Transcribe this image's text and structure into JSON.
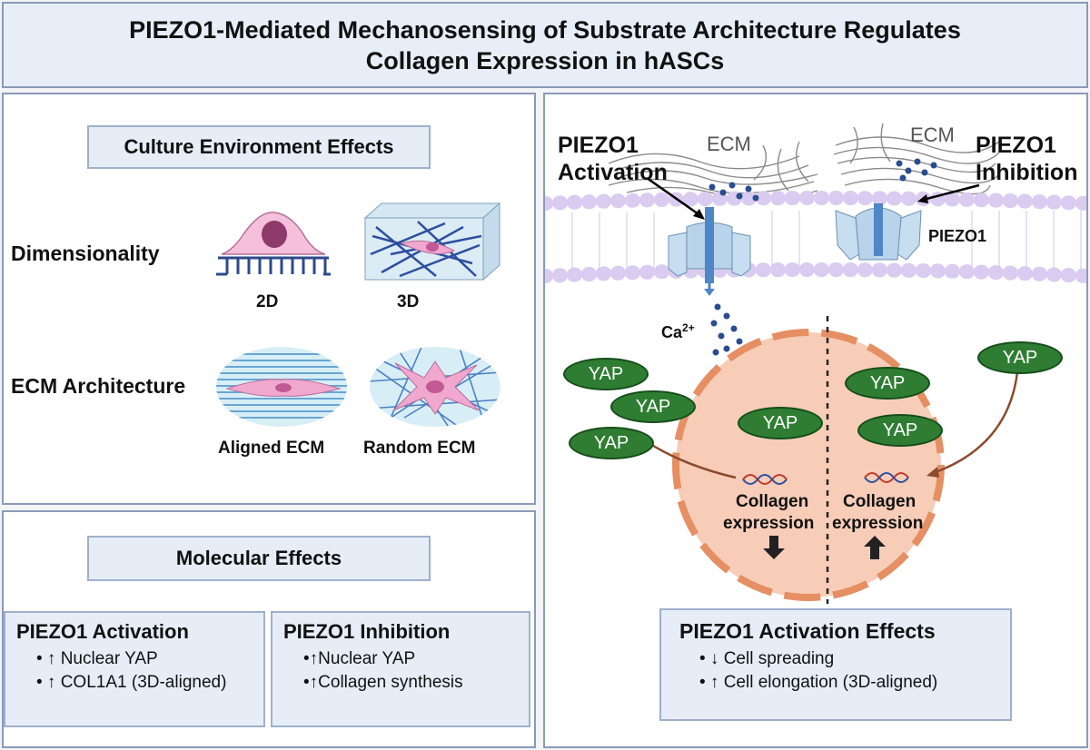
{
  "title": {
    "line1": "PIEZO1-Mediated Mechanosensing of Substrate Architecture Regulates",
    "line2": "Collagen Expression in hASCs"
  },
  "culture": {
    "header": "Culture Environment Effects",
    "dimensionality_label": "Dimensionality",
    "label_2d": "2D",
    "label_3d": "3D",
    "ecm_label": "ECM Architecture",
    "aligned_label": "Aligned ECM",
    "random_label": "Random ECM"
  },
  "molecular": {
    "header": "Molecular Effects",
    "activation": {
      "title": "PIEZO1 Activation",
      "items": [
        "• ↑ Nuclear YAP",
        "• ↑ COL1A1 (3D-aligned)"
      ]
    },
    "inhibition": {
      "title": "PIEZO1 Inhibition",
      "items": [
        "•↑Nuclear YAP",
        "•↑Collagen synthesis"
      ]
    }
  },
  "mechanism": {
    "activation_label_1": "PIEZO1",
    "activation_label_2": "Activation",
    "inhibition_label_1": "PIEZO1",
    "inhibition_label_2": "Inhibition",
    "ecm_left": "ECM",
    "ecm_right": "ECM",
    "piezo1_label": "PIEZO1",
    "ca_label": "Ca",
    "ca_sup": "2+",
    "yap": "YAP",
    "collagen_left_1": "Collagen",
    "collagen_left_2": "expression",
    "collagen_right_1": "Collagen",
    "collagen_right_2": "expression"
  },
  "activation_effects": {
    "title": "PIEZO1 Activation Effects",
    "items": [
      "• ↓ Cell spreading",
      "• ↑ Cell elongation (3D-aligned)"
    ]
  },
  "colors": {
    "yap_green": "#2e7d32",
    "nucleus": "#f7cdb8",
    "membrane": "#c9b8e6",
    "cell_pink": "#f2b8d8",
    "arrow_brown": "#8b4a2b",
    "panel_border": "#8a9ab8",
    "box_fill": "#e6edf7"
  }
}
